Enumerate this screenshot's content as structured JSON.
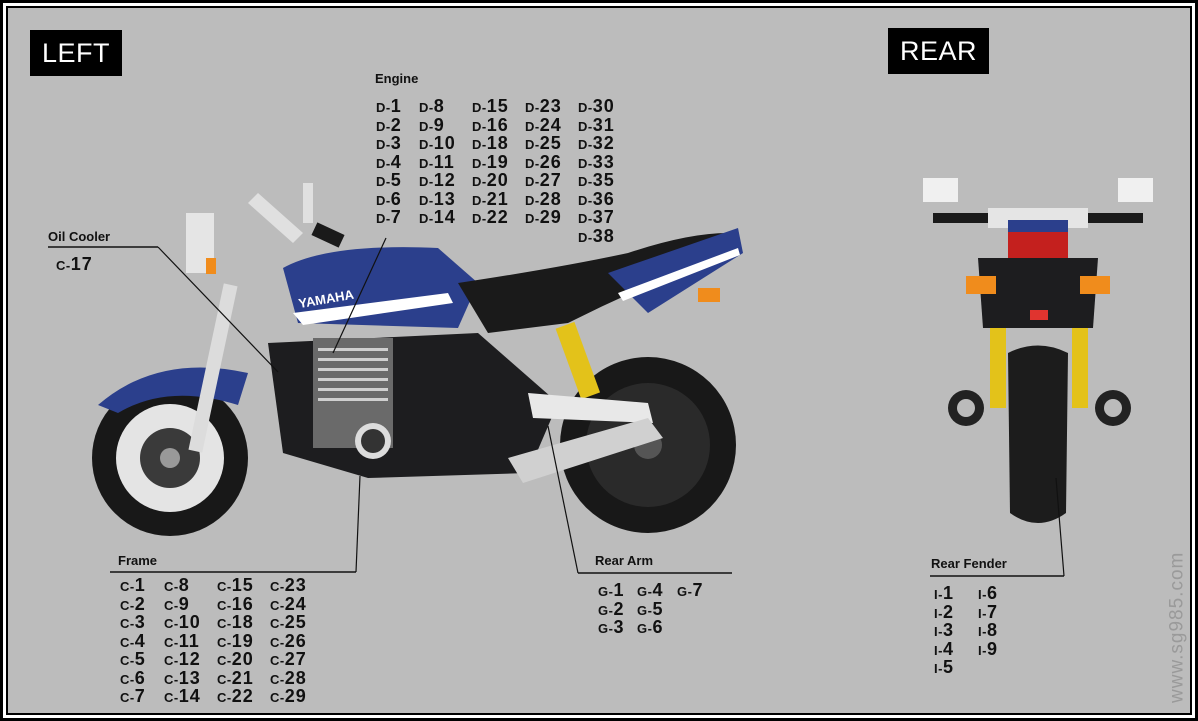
{
  "views": {
    "left_label": "LEFT",
    "rear_label": "REAR"
  },
  "groups": {
    "engine": {
      "title": "Engine",
      "columns": [
        [
          "D-1",
          "D-2",
          "D-3",
          "D-4",
          "D-5",
          "D-6",
          "D-7"
        ],
        [
          "D-8",
          "D-9",
          "D-10",
          "D-11",
          "D-12",
          "D-13",
          "D-14"
        ],
        [
          "D-15",
          "D-16",
          "D-18",
          "D-19",
          "D-20",
          "D-21",
          "D-22"
        ],
        [
          "D-23",
          "D-24",
          "D-25",
          "D-26",
          "D-27",
          "D-28",
          "D-29"
        ],
        [
          "D-30",
          "D-31",
          "D-32",
          "D-33",
          "D-35",
          "D-36",
          "D-37",
          "D-38"
        ]
      ]
    },
    "oil_cooler": {
      "title": "Oil Cooler",
      "columns": [
        [
          "C-17"
        ]
      ]
    },
    "frame": {
      "title": "Frame",
      "columns": [
        [
          "C-1",
          "C-2",
          "C-3",
          "C-4",
          "C-5",
          "C-6",
          "C-7"
        ],
        [
          "C-8",
          "C-9",
          "C-10",
          "C-11",
          "C-12",
          "C-13",
          "C-14"
        ],
        [
          "C-15",
          "C-16",
          "C-18",
          "C-19",
          "C-20",
          "C-21",
          "C-22"
        ],
        [
          "C-23",
          "C-24",
          "C-25",
          "C-26",
          "C-27",
          "C-28",
          "C-29"
        ]
      ]
    },
    "rear_arm": {
      "title": "Rear Arm",
      "columns": [
        [
          "G-1",
          "G-2",
          "G-3"
        ],
        [
          "G-4",
          "G-5",
          "G-6"
        ],
        [
          "G-7"
        ]
      ]
    },
    "rear_fender": {
      "title": "Rear Fender",
      "columns": [
        [
          "I-1",
          "I-2",
          "I-3",
          "I-4",
          "I-5"
        ],
        [
          "I-6",
          "I-7",
          "I-8",
          "I-9"
        ]
      ]
    }
  },
  "bike": {
    "brand_text": "YAMAHA",
    "colors": {
      "tank_blue": "#2b3f8c",
      "frame_black": "#1d1d1f",
      "shock_yellow": "#e3c21a",
      "chrome": "#d9d9d9",
      "tail_red": "#c4201e",
      "indicator_orange": "#f08c1c"
    }
  },
  "watermark": "www.sg985.com"
}
